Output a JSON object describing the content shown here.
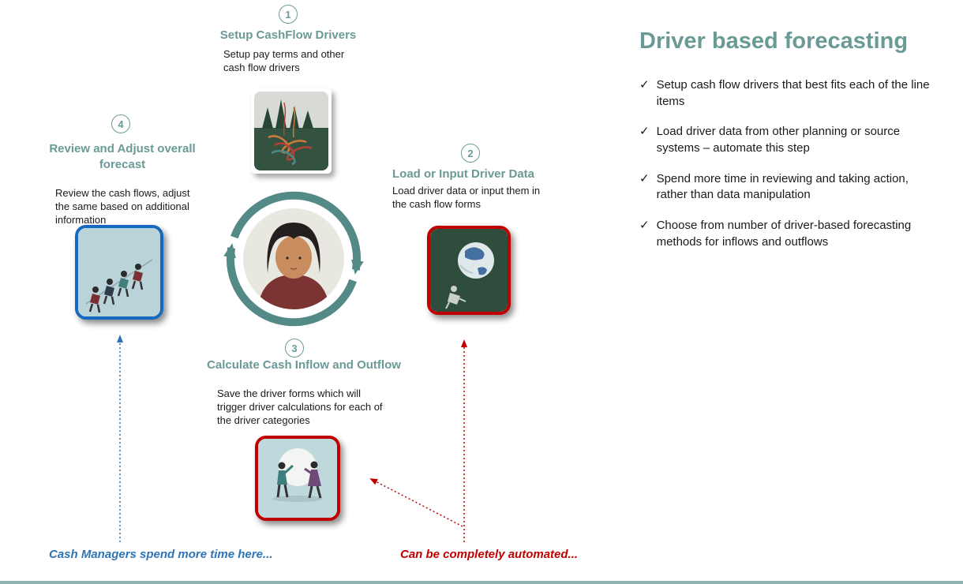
{
  "title": "Driver based forecasting",
  "icons": {
    "check": "✓"
  },
  "bullets": [
    "Setup cash flow drivers that best fits each of the line items",
    "Load driver data from other planning or source systems – automate this step",
    "Spend more time in reviewing and taking action, rather than data manipulation",
    "Choose from number of driver-based forecasting methods for inflows and outflows"
  ],
  "steps": [
    {
      "number": "1",
      "title": "Setup CashFlow Drivers",
      "description": "Setup pay terms and other cash flow drivers"
    },
    {
      "number": "2",
      "title": "Load or Input Driver Data",
      "description": "Load driver data or input them in the cash flow forms"
    },
    {
      "number": "3",
      "title": "Calculate Cash Inflow and Outflow",
      "description": "Save the driver forms which will trigger driver calculations for each of the driver categories"
    },
    {
      "number": "4",
      "title": "Review and Adjust overall forecast",
      "description": "Review the cash flows, adjust the same based on additional information"
    }
  ],
  "annotations": {
    "cash_managers": "Cash Managers spend more time here...",
    "automated": "Can be completely automated..."
  },
  "images": {
    "step1": "tangled-paths-forest-illustration",
    "step2": "globe-on-green-illustration",
    "step3": "two-people-clock-illustration",
    "step4": "team-pulling-together-illustration",
    "center": "person-avatar-cycle"
  },
  "colors": {
    "teal": "#6a9a96",
    "blue": "#2e75b6",
    "frame_blue": "#1569bf",
    "red": "#c00000"
  }
}
